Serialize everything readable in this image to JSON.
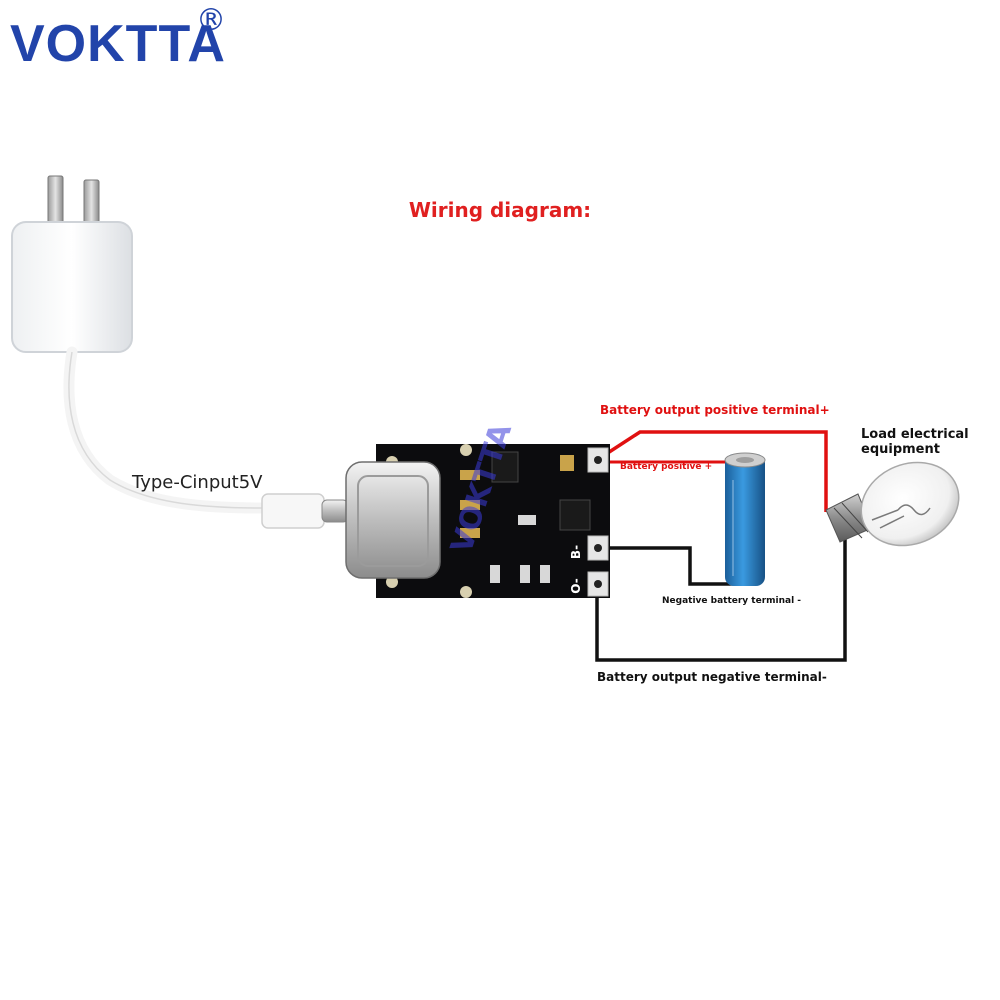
{
  "brand": {
    "name": "VOKTTA",
    "registered_mark": "®"
  },
  "title": "Wiring diagram:",
  "labels": {
    "input": "Type-Cinput5V",
    "battery_output_positive": "Battery output positive terminal+",
    "battery_positive": "Battery positive +",
    "load_line1": "Load electrical",
    "load_line2": "equipment",
    "negative_battery": "Negative battery terminal -",
    "battery_output_negative": "Battery output negative terminal-"
  },
  "board": {
    "pad_b_minus": "B-",
    "pad_o_minus": "O-",
    "watermark": "VOKTTA"
  },
  "colors": {
    "positive_wire": "#e01010",
    "negative_wire": "#111111",
    "brand": "#2244aa",
    "battery": "#2b86c8"
  }
}
